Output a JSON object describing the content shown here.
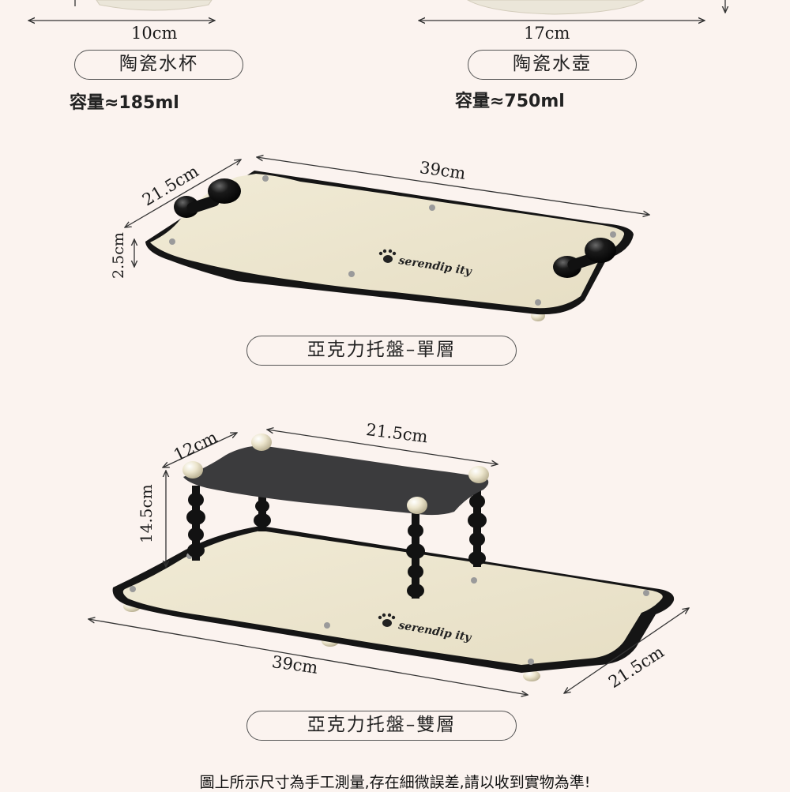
{
  "cup": {
    "width_label": "10cm",
    "name": "陶瓷水杯",
    "capacity": "容量≈185ml"
  },
  "kettle": {
    "width_label": "17cm",
    "name": "陶瓷水壺",
    "capacity": "容量≈750ml"
  },
  "single_tray": {
    "length_label": "39cm",
    "width_label": "21.5cm",
    "height_label": "2.5cm",
    "logo_text": "serendip ity",
    "name": "亞克力托盤–單層"
  },
  "double_tray": {
    "top_length_label": "21.5cm",
    "top_width_label": "12cm",
    "height_label": "14.5cm",
    "bottom_length_label": "39cm",
    "bottom_width_label": "21.5cm",
    "logo_text": "serendip ity",
    "name": "亞克力托盤–雙層"
  },
  "footer_note": "圖上所示尺寸為手工測量,存在細微誤差,請以收到實物為準!",
  "colors": {
    "background": "#fbf3ef",
    "cream": "#ede6cf",
    "black": "#151515",
    "gray_acrylic": "#3b3b3d"
  }
}
